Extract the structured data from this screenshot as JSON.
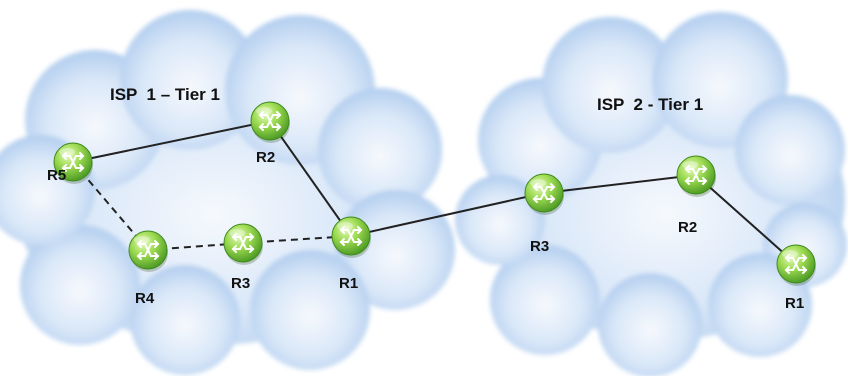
{
  "colors": {
    "cloud_light": "#f4f8fd",
    "cloud_mid": "#c9ddf4",
    "cloud_edge": "#9cc0ea",
    "router_light": "#d8f7a4",
    "router_mid": "#8ad040",
    "router_dark": "#3f8a1e",
    "link": "#222222"
  },
  "clouds": [
    {
      "id": "isp1",
      "label": "ISP  1 – Tier 1"
    },
    {
      "id": "isp2",
      "label": "ISP  2 - Tier 1"
    }
  ],
  "routers": [
    {
      "id": "isp1-r5",
      "cloud": "isp1",
      "label": "R5",
      "icon": "router-icon"
    },
    {
      "id": "isp1-r2",
      "cloud": "isp1",
      "label": "R2",
      "icon": "router-icon"
    },
    {
      "id": "isp1-r4",
      "cloud": "isp1",
      "label": "R4",
      "icon": "router-icon"
    },
    {
      "id": "isp1-r3",
      "cloud": "isp1",
      "label": "R3",
      "icon": "router-icon"
    },
    {
      "id": "isp1-r1",
      "cloud": "isp1",
      "label": "R1",
      "icon": "router-icon"
    },
    {
      "id": "isp2-r3",
      "cloud": "isp2",
      "label": "R3",
      "icon": "router-icon"
    },
    {
      "id": "isp2-r2",
      "cloud": "isp2",
      "label": "R2",
      "icon": "router-icon"
    },
    {
      "id": "isp2-r1",
      "cloud": "isp2",
      "label": "R1",
      "icon": "router-icon"
    }
  ],
  "links": [
    {
      "from": "isp1-r5",
      "to": "isp1-r2",
      "style": "solid"
    },
    {
      "from": "isp1-r2",
      "to": "isp1-r1",
      "style": "solid"
    },
    {
      "from": "isp1-r5",
      "to": "isp1-r4",
      "style": "dashed"
    },
    {
      "from": "isp1-r4",
      "to": "isp1-r3",
      "style": "dashed"
    },
    {
      "from": "isp1-r3",
      "to": "isp1-r1",
      "style": "dashed"
    },
    {
      "from": "isp1-r1",
      "to": "isp2-r3",
      "style": "solid"
    },
    {
      "from": "isp2-r3",
      "to": "isp2-r2",
      "style": "solid"
    },
    {
      "from": "isp2-r2",
      "to": "isp2-r1",
      "style": "solid"
    }
  ]
}
